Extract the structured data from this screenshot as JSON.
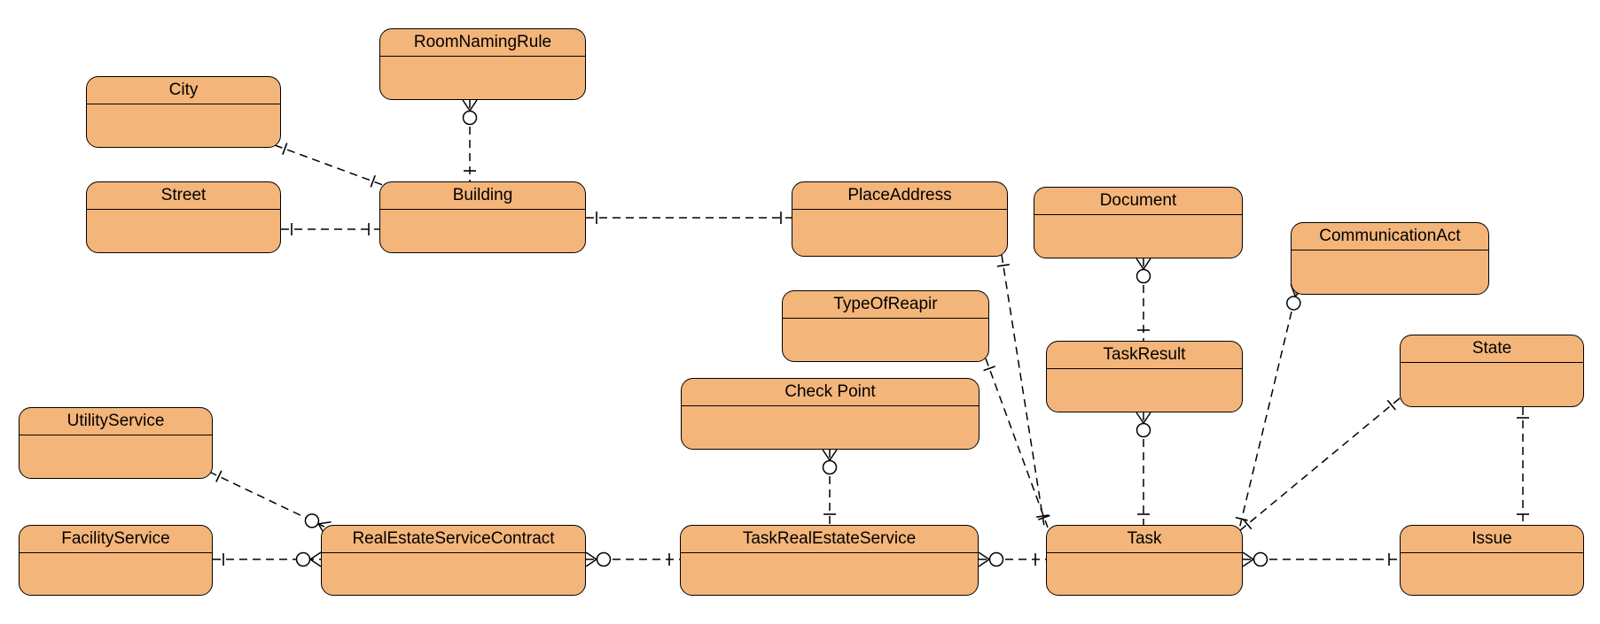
{
  "diagram": {
    "type": "entity-relationship",
    "colors": {
      "entity_fill": "#f4b57a",
      "stroke": "#000000",
      "background": "#ffffff"
    },
    "entities": [
      {
        "id": "roomnamingrule",
        "name": "RoomNamingRule"
      },
      {
        "id": "city",
        "name": "City"
      },
      {
        "id": "street",
        "name": "Street"
      },
      {
        "id": "building",
        "name": "Building"
      },
      {
        "id": "placeaddress",
        "name": "PlaceAddress"
      },
      {
        "id": "document",
        "name": "Document"
      },
      {
        "id": "communicationact",
        "name": "CommunicationAct"
      },
      {
        "id": "typeofreapir",
        "name": "TypeOfReapir"
      },
      {
        "id": "taskresult",
        "name": "TaskResult"
      },
      {
        "id": "state",
        "name": "State"
      },
      {
        "id": "checkpoint",
        "name": "Check Point"
      },
      {
        "id": "utilityservice",
        "name": "UtilityService"
      },
      {
        "id": "facilityservice",
        "name": "FacilityService"
      },
      {
        "id": "realestateservicecontract",
        "name": "RealEstateServiceContract"
      },
      {
        "id": "taskrealestateservice",
        "name": "TaskRealEstateService"
      },
      {
        "id": "task",
        "name": "Task"
      },
      {
        "id": "issue",
        "name": "Issue"
      }
    ],
    "relationships": [
      {
        "from": "roomnamingrule",
        "from_end": "zero-or-many",
        "to": "building",
        "to_end": "one"
      },
      {
        "from": "city",
        "from_end": "one",
        "to": "building",
        "to_end": "one"
      },
      {
        "from": "street",
        "from_end": "one",
        "to": "building",
        "to_end": "one"
      },
      {
        "from": "building",
        "from_end": "one",
        "to": "placeaddress",
        "to_end": "one"
      },
      {
        "from": "placeaddress",
        "from_end": "one",
        "to": "task",
        "to_end": "one"
      },
      {
        "from": "document",
        "from_end": "zero-or-many",
        "to": "taskresult",
        "to_end": "one"
      },
      {
        "from": "taskresult",
        "from_end": "zero-or-many",
        "to": "task",
        "to_end": "one"
      },
      {
        "from": "communicationact",
        "from_end": "zero-or-many",
        "to": "task",
        "to_end": "one"
      },
      {
        "from": "typeofreapir",
        "from_end": "one",
        "to": "task",
        "to_end": "one"
      },
      {
        "from": "state",
        "from_end": "one",
        "to": "task",
        "to_end": "one"
      },
      {
        "from": "state",
        "from_end": "one",
        "to": "issue",
        "to_end": "one"
      },
      {
        "from": "checkpoint",
        "from_end": "zero-or-many",
        "to": "taskrealestateservice",
        "to_end": "one"
      },
      {
        "from": "utilityservice",
        "from_end": "one",
        "to": "realestateservicecontract",
        "to_end": "zero-or-many"
      },
      {
        "from": "facilityservice",
        "from_end": "one",
        "to": "realestateservicecontract",
        "to_end": "zero-or-many"
      },
      {
        "from": "realestateservicecontract",
        "from_end": "zero-or-many",
        "to": "taskrealestateservice",
        "to_end": "one"
      },
      {
        "from": "taskrealestateservice",
        "from_end": "zero-or-many",
        "to": "task",
        "to_end": "one"
      },
      {
        "from": "task",
        "from_end": "zero-or-many",
        "to": "issue",
        "to_end": "one"
      }
    ]
  }
}
